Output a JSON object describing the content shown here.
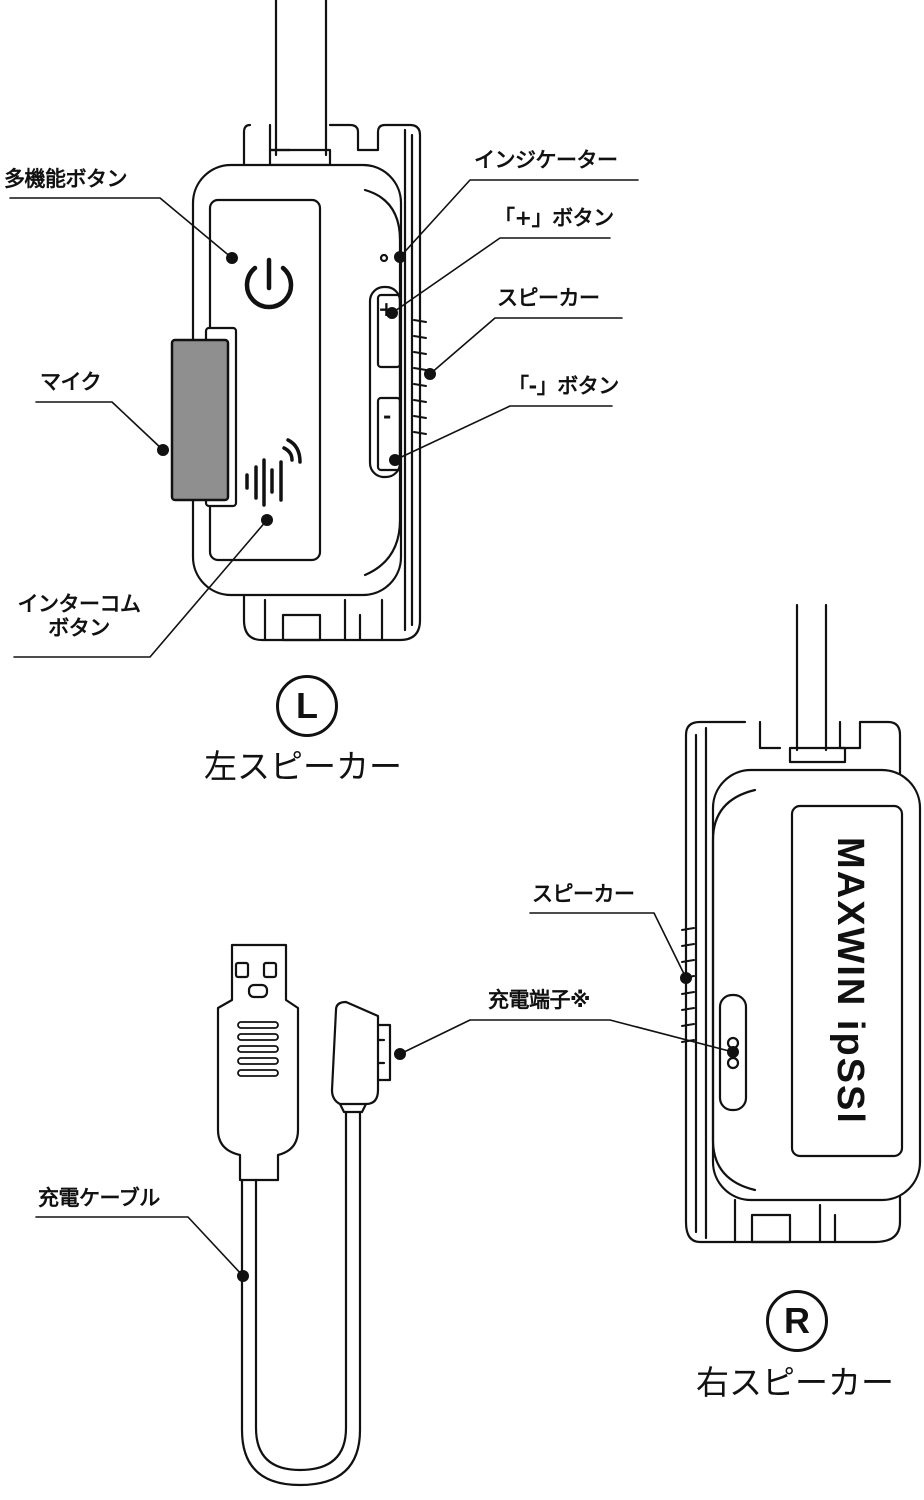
{
  "left_unit": {
    "badge": "L",
    "caption": "左スピーカー",
    "labels": {
      "multi_button": "多機能ボタン",
      "indicator": "インジケーター",
      "plus_button": "「+」ボタン",
      "speaker": "スピーカー",
      "minus_button": "「-」ボタン",
      "mic": "マイク",
      "intercom_line1": "インターコム",
      "intercom_line2": "ボタン"
    },
    "button_glyphs": {
      "plus": "+",
      "minus": "-"
    }
  },
  "right_unit": {
    "badge": "R",
    "caption": "右スピーカー",
    "brand_text": "MAXWIN ipSSl",
    "labels": {
      "speaker": "スピーカー",
      "charge_port": "充電端子※"
    }
  },
  "cable": {
    "label": "充電ケーブル"
  }
}
